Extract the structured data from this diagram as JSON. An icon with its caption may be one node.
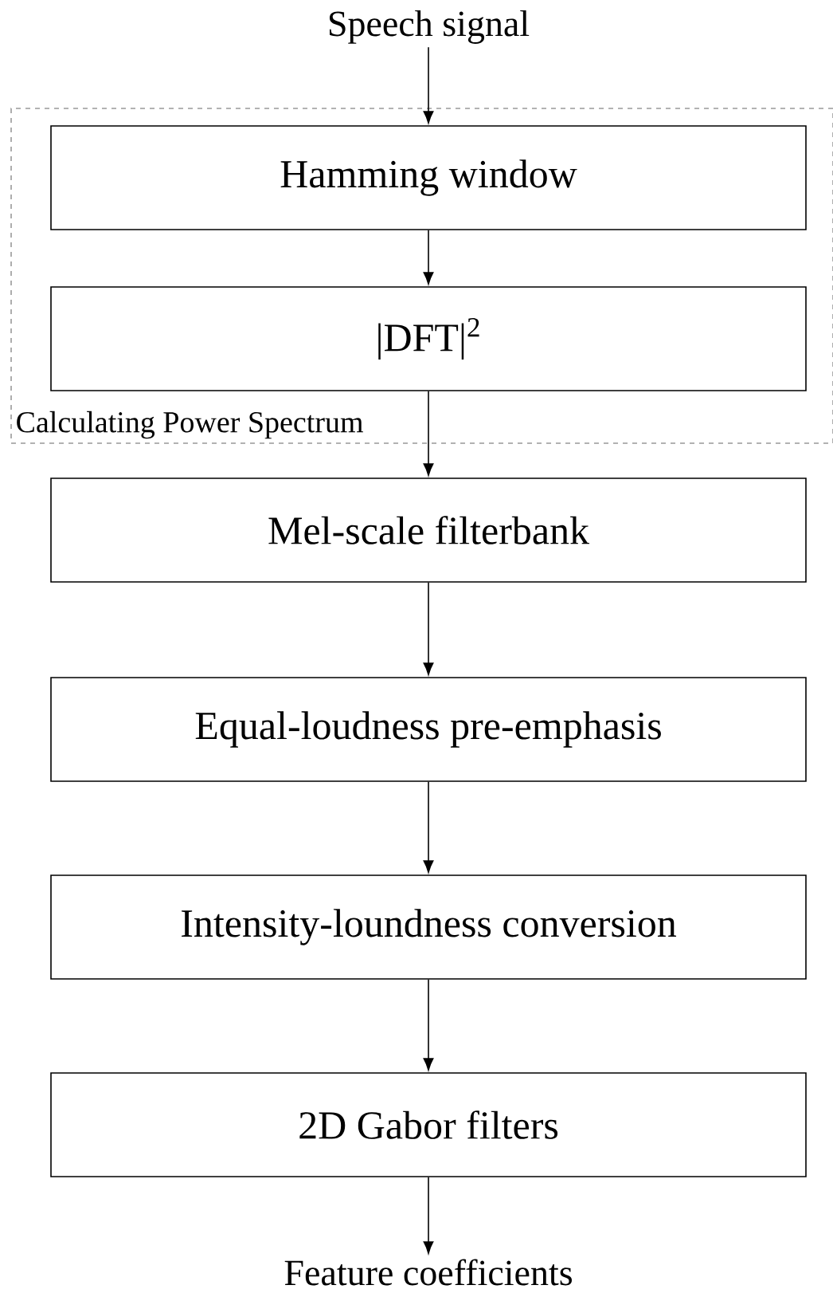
{
  "diagram": {
    "nodes": [
      {
        "text": [
          "Speech signal"
        ]
      },
      {
        "text": [
          "Calculating Power Spectrum"
        ]
      },
      {
        "text": [
          "Hamming window"
        ],
        "in": 1
      },
      {
        "text": [
          "|DFT|$^{2}$"
        ],
        "in": 1
      },
      {
        "text": [
          "Mel-scale filterbank"
        ]
      },
      {
        "text": [
          "Equal-loudness pre-emphasis"
        ]
      },
      {
        "text": [
          "Intensity-loundness conversion"
        ]
      },
      {
        "text": [
          "2D Gabor filters"
        ]
      },
      {
        "text": [
          "Feature coefficients"
        ]
      }
    ],
    "edges": [
      {
        "from": 0,
        "to": 2,
        "arrow": "to"
      },
      {
        "from": 2,
        "to": 3,
        "arrow": "to"
      },
      {
        "from": 3,
        "to": 4,
        "arrow": "to"
      },
      {
        "from": 4,
        "to": 5,
        "arrow": "to"
      },
      {
        "from": 5,
        "to": 6,
        "arrow": "to"
      },
      {
        "from": 6,
        "to": 7,
        "arrow": "to"
      },
      {
        "from": 7,
        "to": 8,
        "arrow": "to"
      }
    ]
  }
}
